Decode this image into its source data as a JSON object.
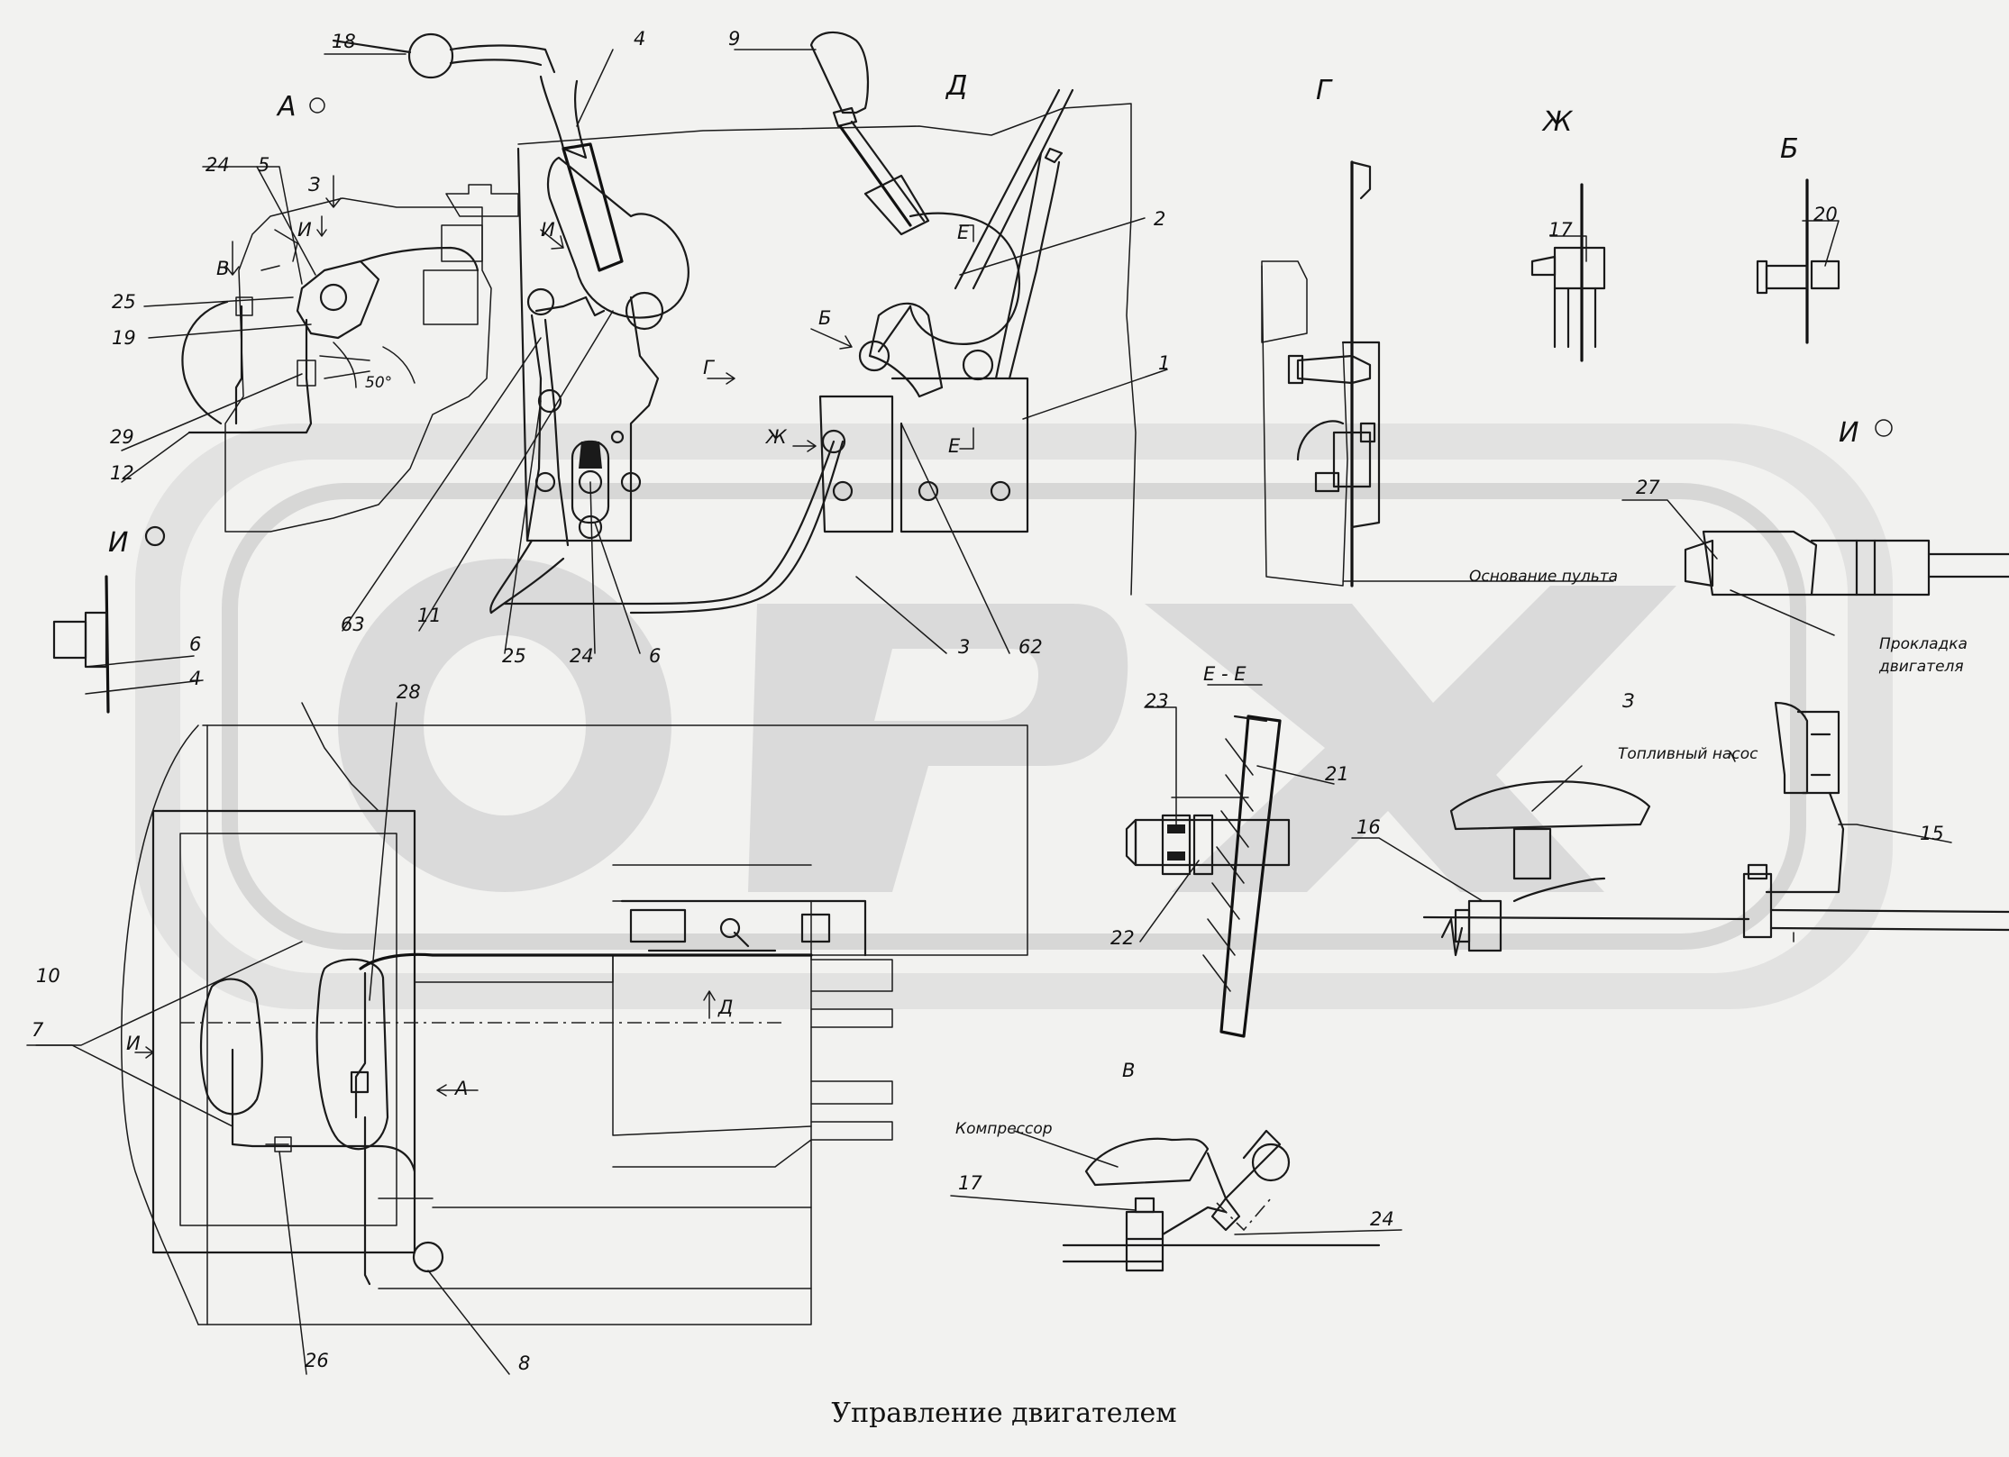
{
  "title": "Управление двигателем",
  "part_numbers": [
    "18",
    "4",
    "9",
    "2",
    "1",
    "24",
    "5",
    "25",
    "19",
    "29",
    "12",
    "63",
    "11",
    "25",
    "24",
    "6",
    "3",
    "62",
    "6",
    "4",
    "28",
    "17",
    "20",
    "27",
    "23",
    "21",
    "22",
    "16",
    "15",
    "10",
    "7",
    "26",
    "8",
    "17",
    "24",
    "3"
  ],
  "view_letters": {
    "a_view": "А",
    "d_view": "Д",
    "g_view": "Г",
    "zh_view": "Ж",
    "b_view": "Б",
    "i_view_right": "И",
    "i_view_left": "И",
    "z_arrow": "З",
    "v_arrow": "В",
    "i_arrow_small": "И",
    "i_arrow_mid": "И",
    "b_arrow": "Б",
    "g_arrow": "Г",
    "zh_arrow": "Ж",
    "e_top": "Е",
    "e_bottom": "Е",
    "section_ee": "Е - Е",
    "z_view": "З",
    "v_view": "В",
    "d_arrow": "Д",
    "a_arrow": "А",
    "i_arrow_bottom": "И"
  },
  "notes": {
    "panel_base": "Основание пульта",
    "engine_gasket_1": "Прокладка",
    "engine_gasket_2": "двигателя",
    "fuel_pump": "Топливный насос",
    "compressor": "Компрессор",
    "angle": "50°"
  }
}
